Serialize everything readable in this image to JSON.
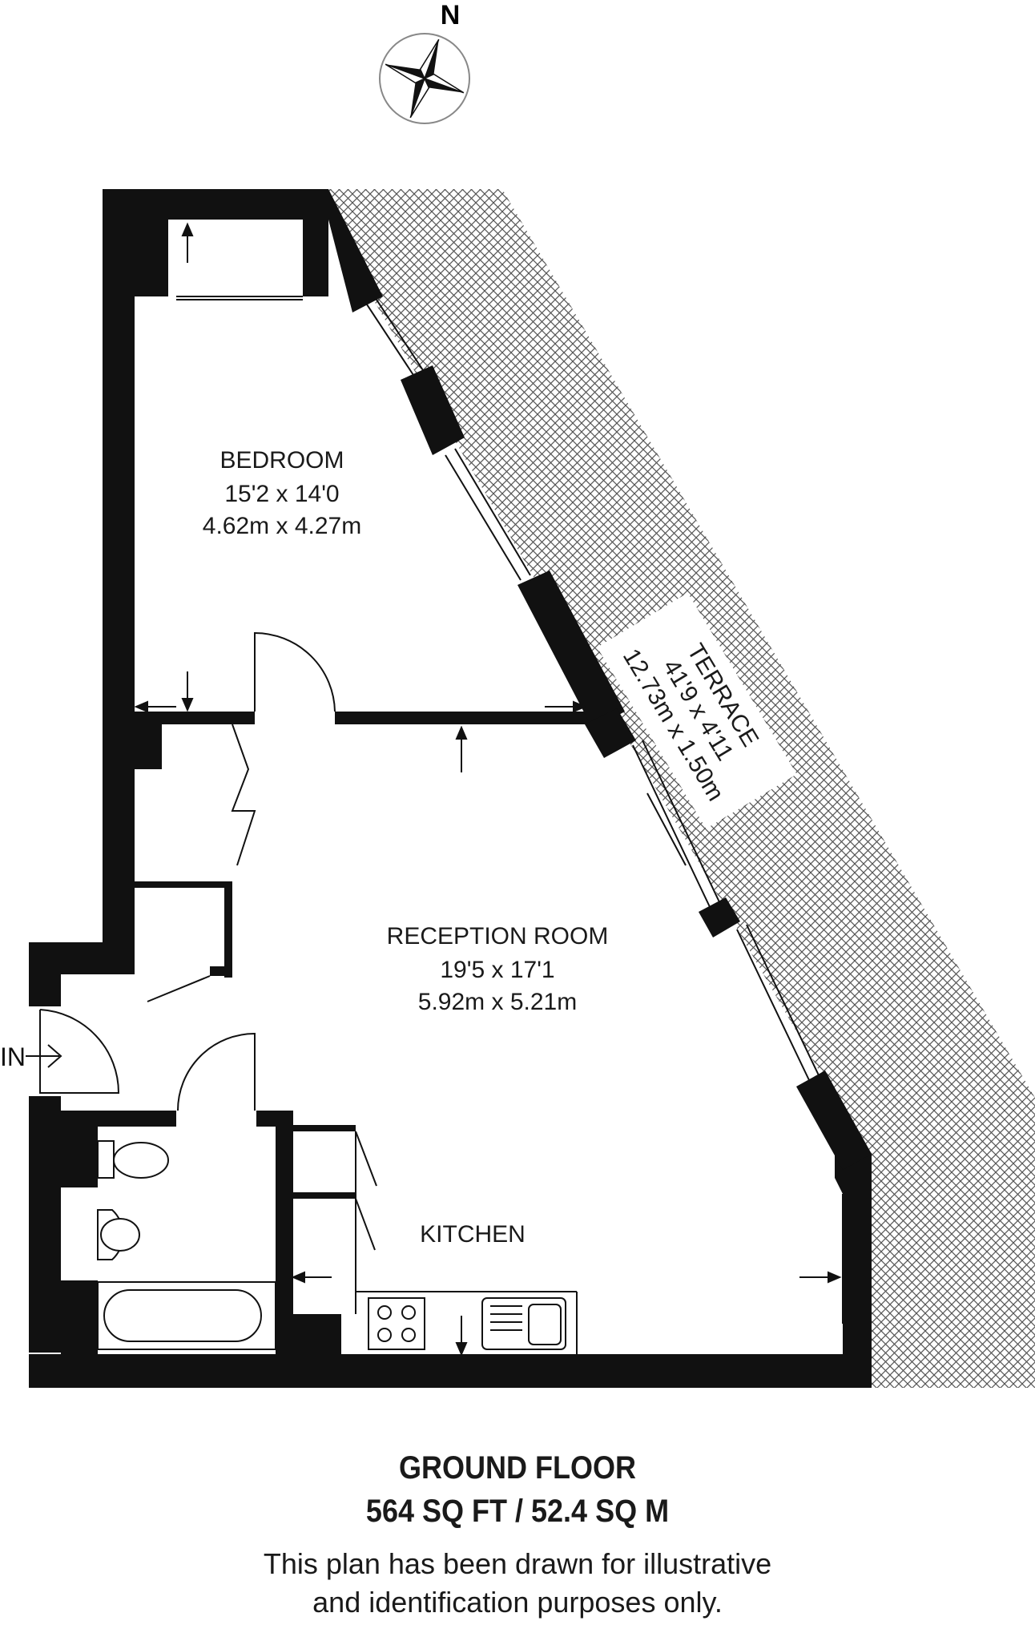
{
  "compass": {
    "label": "N",
    "icon": "compass-rose-icon"
  },
  "rooms": {
    "bedroom": {
      "name": "BEDROOM",
      "imperial": "15'2 x 14'0",
      "metric": "4.62m x 4.27m"
    },
    "reception": {
      "name": "RECEPTION ROOM",
      "imperial": "19'5 x 17'1",
      "metric": "5.92m x 5.21m"
    },
    "kitchen": {
      "name": "KITCHEN"
    },
    "terrace": {
      "name": "TERRACE",
      "imperial": "41'9 x 4'11",
      "metric": "12.73m x 1.50m"
    }
  },
  "entrance": {
    "label": "IN",
    "icon": "entrance-arrow-icon"
  },
  "floor": {
    "name": "GROUND FLOOR",
    "area": "564 SQ FT / 52.4 SQ M"
  },
  "disclaimer": {
    "line1": "This plan has been drawn for illustrative",
    "line2": "and identification purposes only."
  },
  "colors": {
    "wall": "#111111",
    "terrace_hatch": "#444444",
    "background": "#ffffff"
  }
}
